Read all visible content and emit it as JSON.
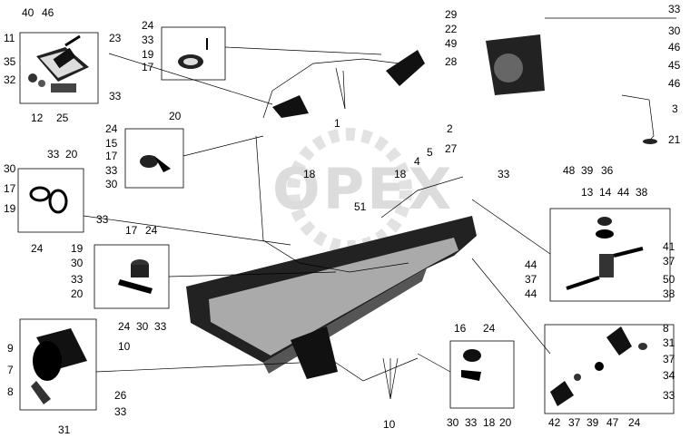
{
  "watermark": "OPEX",
  "labels": {
    "tl_40": "40",
    "tl_46": "46",
    "tl_11": "11",
    "tl_23": "23",
    "tl_35": "35",
    "tl_32": "32",
    "tl_33": "33",
    "tl_12": "12",
    "tl_25": "25",
    "tc_24": "24",
    "tc_33": "33",
    "tc_19": "19",
    "tc_17": "17",
    "ml_24": "24",
    "ml_20": "20",
    "ml_15": "15",
    "ml_17": "17",
    "ml_33": "33",
    "ml_30": "30",
    "l_33": "33",
    "l_20": "20",
    "l_30": "30",
    "l_17": "17",
    "l_19": "19",
    "l_33b": "33",
    "l_24": "24",
    "c_19": "19",
    "c_17": "17",
    "c_24": "24",
    "c_30": "30",
    "c_33": "33",
    "c_20": "20",
    "c_24b": "24",
    "c_30b": "30",
    "c_33b": "33",
    "bl_9": "9",
    "bl_10": "10",
    "bl_7": "7",
    "bl_8": "8",
    "bl_26": "26",
    "bl_33": "33",
    "bl_31": "31",
    "m_1": "1",
    "m_18a": "18",
    "m_18b": "18",
    "m_4": "4",
    "m_5": "5",
    "m_51": "51",
    "m_2": "2",
    "m_27": "27",
    "m_33": "33",
    "m_10": "10",
    "tr_29": "29",
    "tr_22": "22",
    "tr_49": "49",
    "tr_28": "28",
    "tr_33": "33",
    "tr_30": "30",
    "tr_46": "46",
    "tr_45": "45",
    "tr_46b": "46",
    "tr_3": "3",
    "tr_21": "21",
    "tr_48": "48",
    "tr_39": "39",
    "tr_36": "36",
    "r_13": "13",
    "r_14": "14",
    "r_44": "44",
    "r_38": "38",
    "r_41": "41",
    "r_37": "37",
    "r_50": "50",
    "r_44b": "44",
    "r_37b": "37",
    "r_44c": "44",
    "r_38b": "38",
    "bc_16": "16",
    "bc_24": "24",
    "bc_30": "30",
    "bc_33": "33",
    "bc_18": "18",
    "bc_20": "20",
    "br_8": "8",
    "br_31": "31",
    "br_37": "37",
    "br_34": "34",
    "br_33": "33",
    "br_42": "42",
    "br_37b": "37",
    "br_39": "39",
    "br_47": "47",
    "br_24": "24"
  }
}
